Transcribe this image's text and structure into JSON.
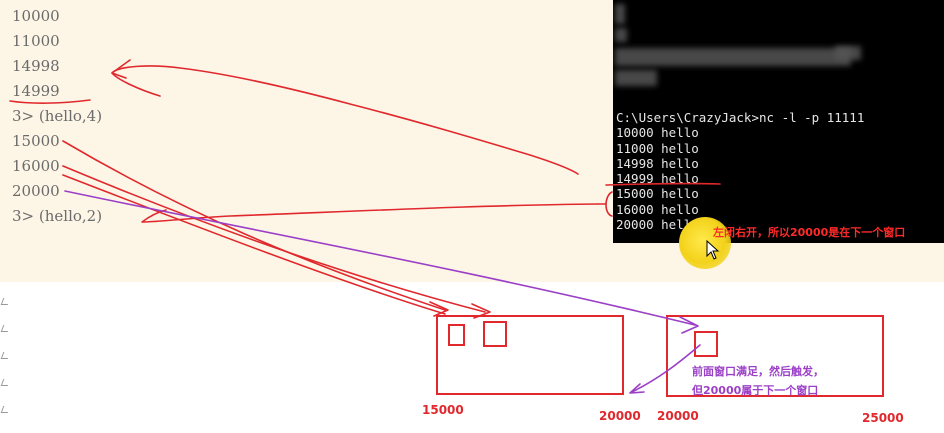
{
  "console_left": {
    "lines": [
      "10000",
      "11000",
      "14998",
      "14999",
      "3> (hello,4)",
      "15000",
      "16000",
      "20000",
      "3> (hello,2)"
    ]
  },
  "terminal": {
    "command": "C:\\Users\\CrazyJack>nc -l -p 11111",
    "lines": [
      "10000 hello",
      "11000 hello",
      "14998 hello",
      "14999 hello",
      "15000 hello",
      "16000 hello",
      "20000 hello"
    ]
  },
  "annotations": {
    "right_open_note": "左闭右开，所以20000是在下一个窗口",
    "trigger_note_line1": "前面窗口满足，然后触发，",
    "trigger_note_line2": "但20000属于下一个窗口"
  },
  "window_labels": {
    "w1_start": "15000",
    "w1_end": "20000",
    "w2_start": "20000",
    "w2_end": "25000"
  },
  "colors": {
    "annotation_red": "#e0282d",
    "annotation_purple": "#9b3fc7",
    "console_background": "#fdf6e7",
    "terminal_background": "#000000"
  }
}
